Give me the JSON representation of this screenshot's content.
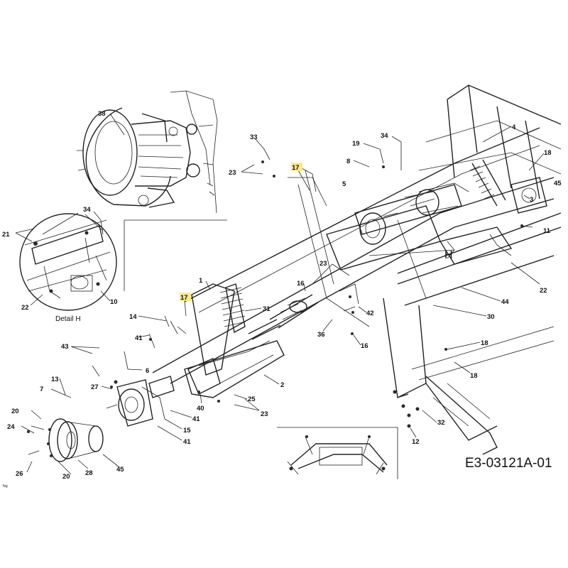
{
  "drawing_code": "E3-03121A-01",
  "detail_caption": "Detail H",
  "detail_marker": "H",
  "corner_mark": "fsg",
  "callouts": {
    "c38": "38",
    "c34_detail": "34",
    "c21": "21",
    "c22_detail": "22",
    "c10": "10",
    "c33": "33",
    "c23_top": "23",
    "c17_top": "17",
    "c19": "19",
    "c34": "34",
    "c8": "8",
    "c5": "5",
    "c4": "4",
    "c18_top": "18",
    "c45_right": "45",
    "c3": "3",
    "c11": "11",
    "c22_right": "22",
    "c44": "44",
    "c30": "30",
    "c23_mid": "23",
    "c16_mid": "16",
    "c42": "42",
    "c36": "36",
    "c16_low": "16",
    "c1": "1",
    "c17_left": "17",
    "c31": "31",
    "c14": "14",
    "c41_a": "41",
    "c43": "43",
    "c6": "6",
    "c27": "27",
    "c13": "13",
    "c7": "7",
    "c2": "2",
    "c25": "25",
    "c23_low": "23",
    "c40": "40",
    "c41_b": "41",
    "c15": "15",
    "c41_c": "41",
    "c20_a": "20",
    "c24": "24",
    "c26": "26",
    "c20_b": "20",
    "c28": "28",
    "c45_low": "45",
    "c18_r1": "18",
    "c18_r2": "18",
    "c32": "32",
    "c12": "12"
  }
}
